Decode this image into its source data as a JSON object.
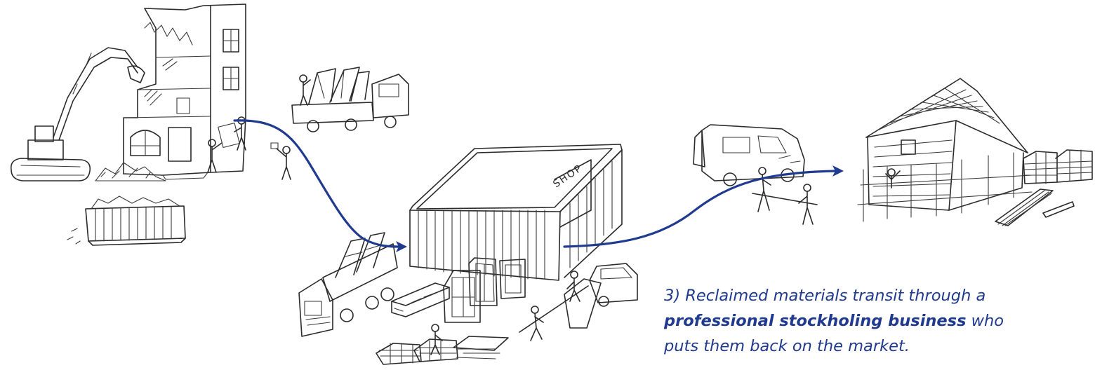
{
  "colors": {
    "arrow": "#1f3a8f",
    "caption_text": "#1f3a8f",
    "ink": "#2b2b2b"
  },
  "illustrations": {
    "shop_sign": "SHOP"
  },
  "caption": {
    "prefix": "3) Reclaimed materials transit through a",
    "bold": "professional stockholing business",
    "suffix": " who",
    "last_line": "puts them back on the market."
  }
}
